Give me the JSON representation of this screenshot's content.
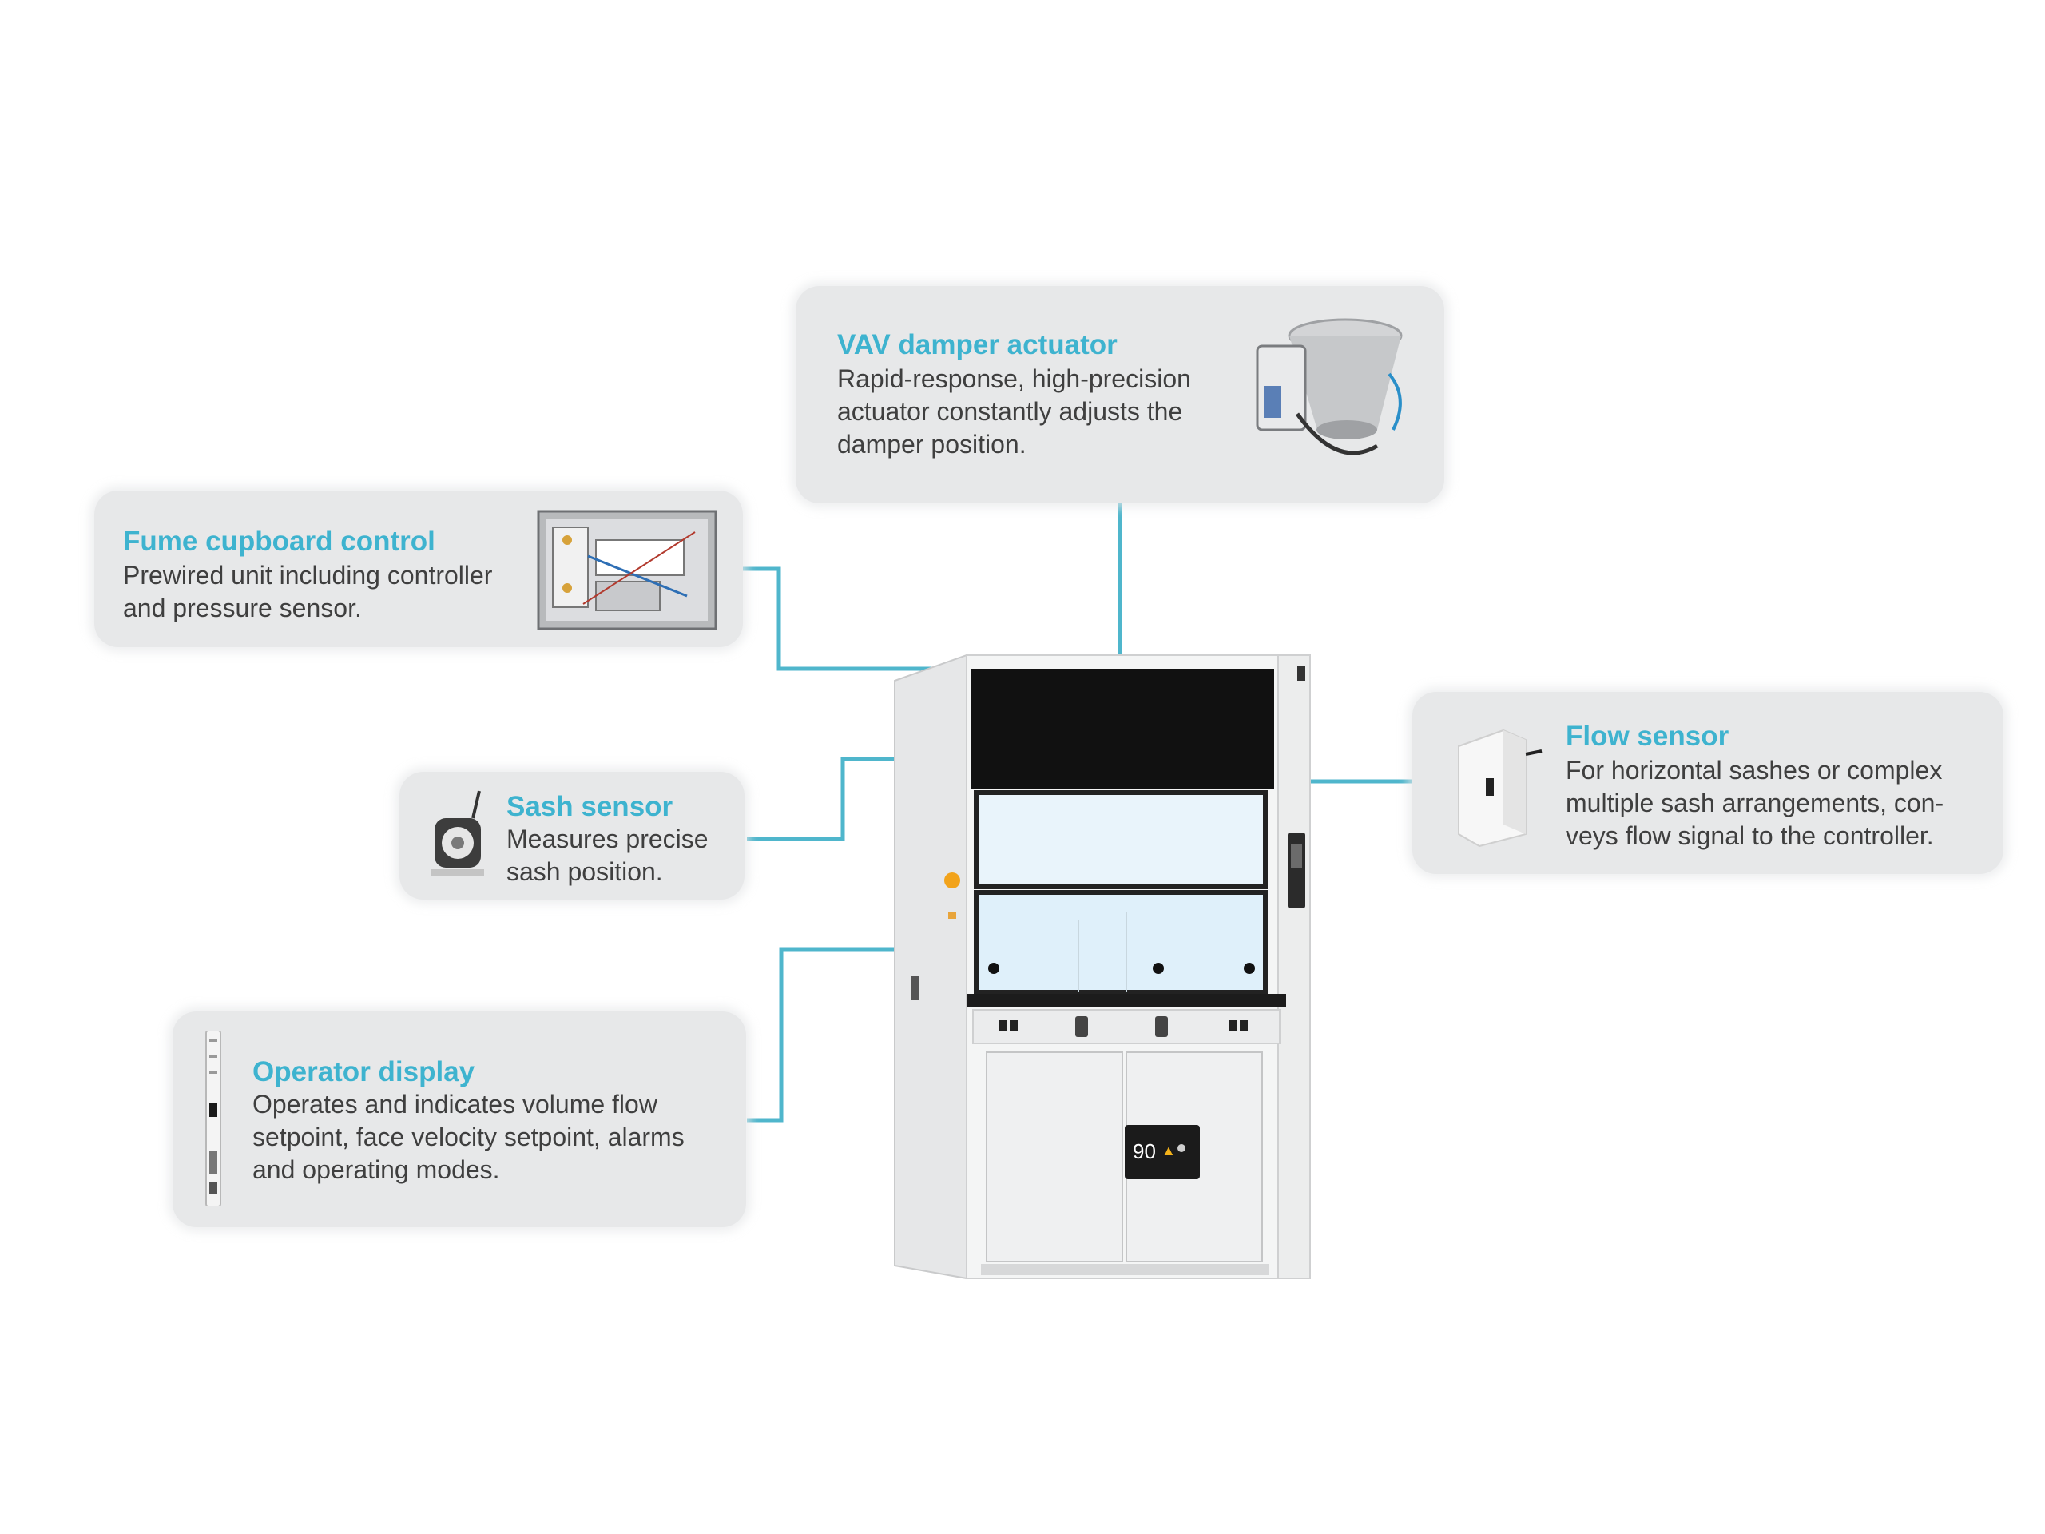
{
  "callouts": {
    "vav": {
      "title": "VAV damper actuator",
      "lines": [
        "Rapid-response, high-precision",
        "actuator constantly adjusts the",
        "damper position."
      ]
    },
    "fume": {
      "title": "Fume cupboard control",
      "lines": [
        "Prewired unit including controller",
        "and pressure sensor."
      ]
    },
    "sash": {
      "title": "Sash sensor",
      "lines": [
        "Measures precise",
        "sash position."
      ]
    },
    "operator": {
      "title": "Operator display",
      "lines": [
        "Operates and indicates volume flow",
        "setpoint, face velocity setpoint, alarms",
        "and operating modes."
      ]
    },
    "flow": {
      "title": "Flow sensor",
      "lines": [
        "For horizontal sashes or complex",
        "multiple sash arrangements, con-",
        "veys flow signal to the controller."
      ]
    }
  },
  "display_readout": "90",
  "colors": {
    "accent": "#3eb3cf",
    "connector": "#4fb6cc",
    "callout_bg": "#e7e8e9",
    "text": "#3f3f3f"
  }
}
